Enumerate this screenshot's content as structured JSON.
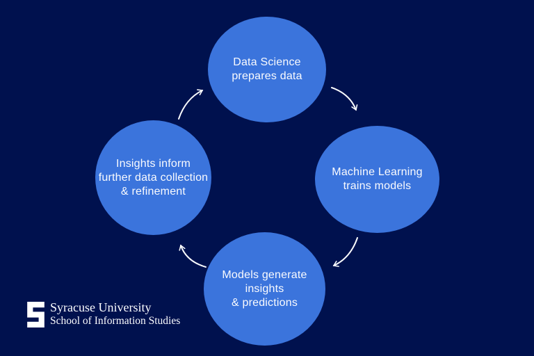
{
  "theme": {
    "background": "#00114E",
    "circle_fill": "#3B74DC",
    "text_color": "#FAFBFE",
    "arrow_color": "#F8FAFC"
  },
  "diagram": {
    "type": "cycle",
    "direction": "clockwise",
    "nodes": [
      {
        "id": "data-science",
        "position": "top",
        "lines": [
          "Data Science",
          "prepares data"
        ]
      },
      {
        "id": "machine-learning",
        "position": "right",
        "lines": [
          "Machine Learning",
          "trains models"
        ]
      },
      {
        "id": "models-insights",
        "position": "bottom",
        "lines": [
          "Models generate",
          "insights",
          "& predictions"
        ]
      },
      {
        "id": "insights-inform",
        "position": "left",
        "lines": [
          "Insights inform",
          "further data collection",
          "& refinement"
        ]
      }
    ],
    "arrows": [
      {
        "from": "insights-inform",
        "to": "data-science"
      },
      {
        "from": "data-science",
        "to": "machine-learning"
      },
      {
        "from": "machine-learning",
        "to": "models-insights"
      },
      {
        "from": "models-insights",
        "to": "insights-inform"
      }
    ]
  },
  "footer_logo": {
    "block_letter": "S",
    "org_name": "Syracuse University",
    "org_subtitle": "School of Information Studies"
  }
}
